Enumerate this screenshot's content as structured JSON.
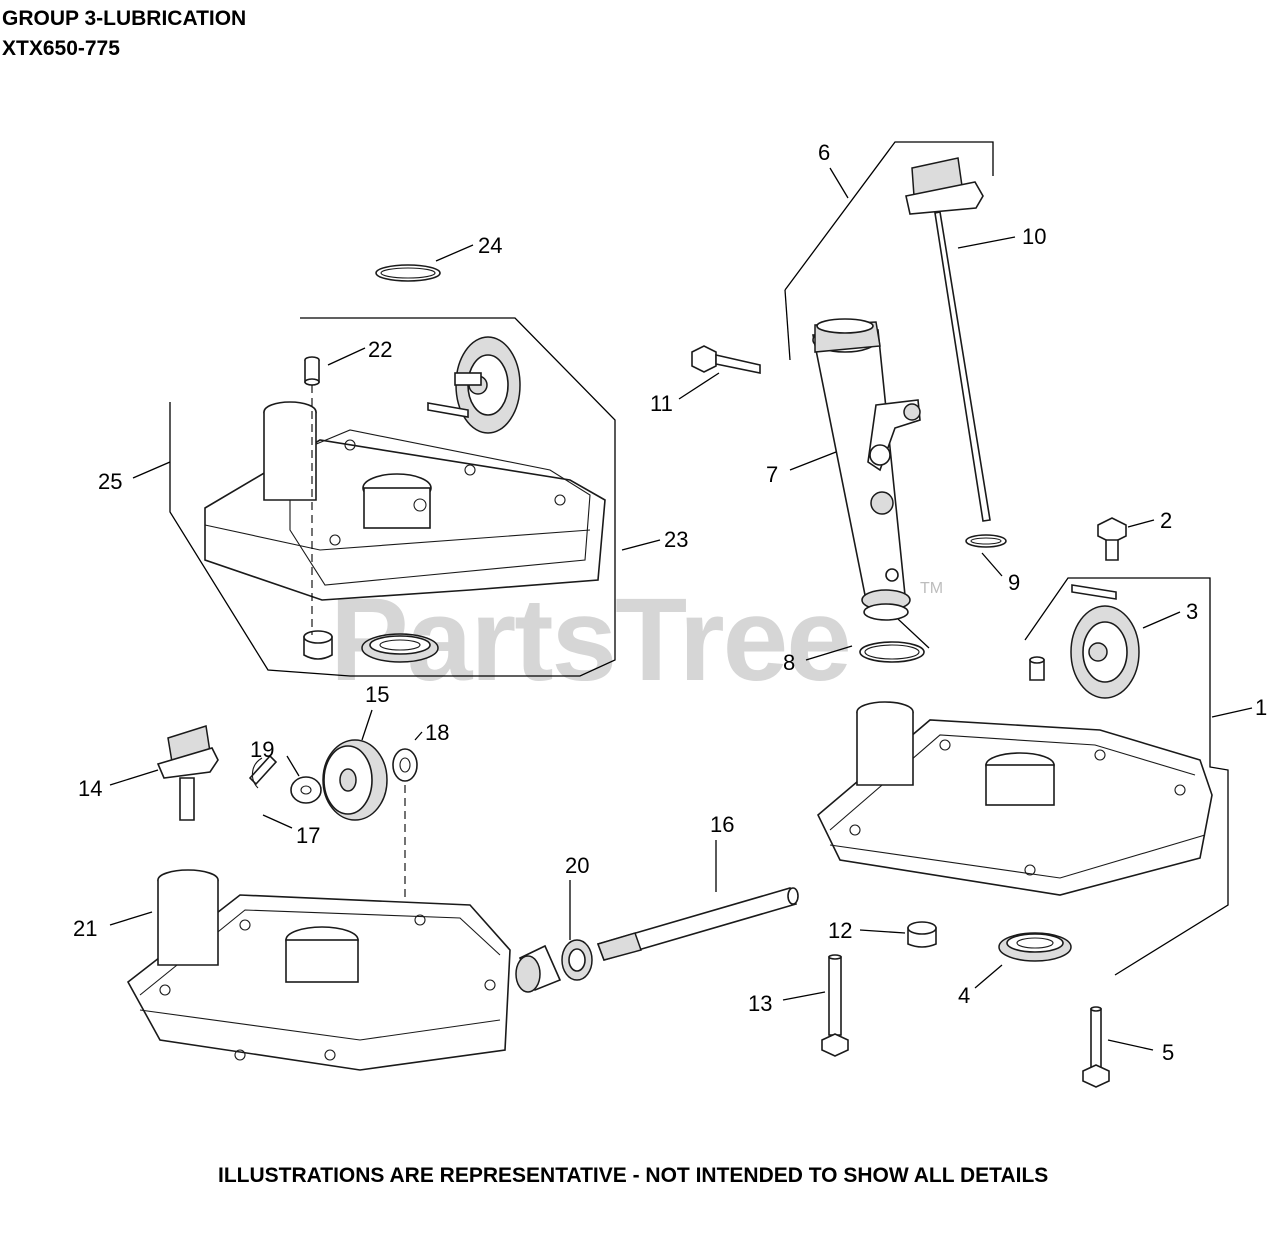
{
  "header": {
    "title": "GROUP 3-LUBRICATION",
    "model": "XTX650-775"
  },
  "watermark": {
    "text": "PartsTree",
    "trademark": "TM"
  },
  "callouts": [
    "1",
    "2",
    "3",
    "4",
    "5",
    "6",
    "7",
    "8",
    "9",
    "10",
    "11",
    "12",
    "13",
    "14",
    "15",
    "16",
    "17",
    "18",
    "19",
    "20",
    "21",
    "22",
    "23",
    "24",
    "25"
  ],
  "footer": {
    "note": "ILLUSTRATIONS ARE REPRESENTATIVE - NOT INTENDED TO SHOW ALL DETAILS"
  }
}
